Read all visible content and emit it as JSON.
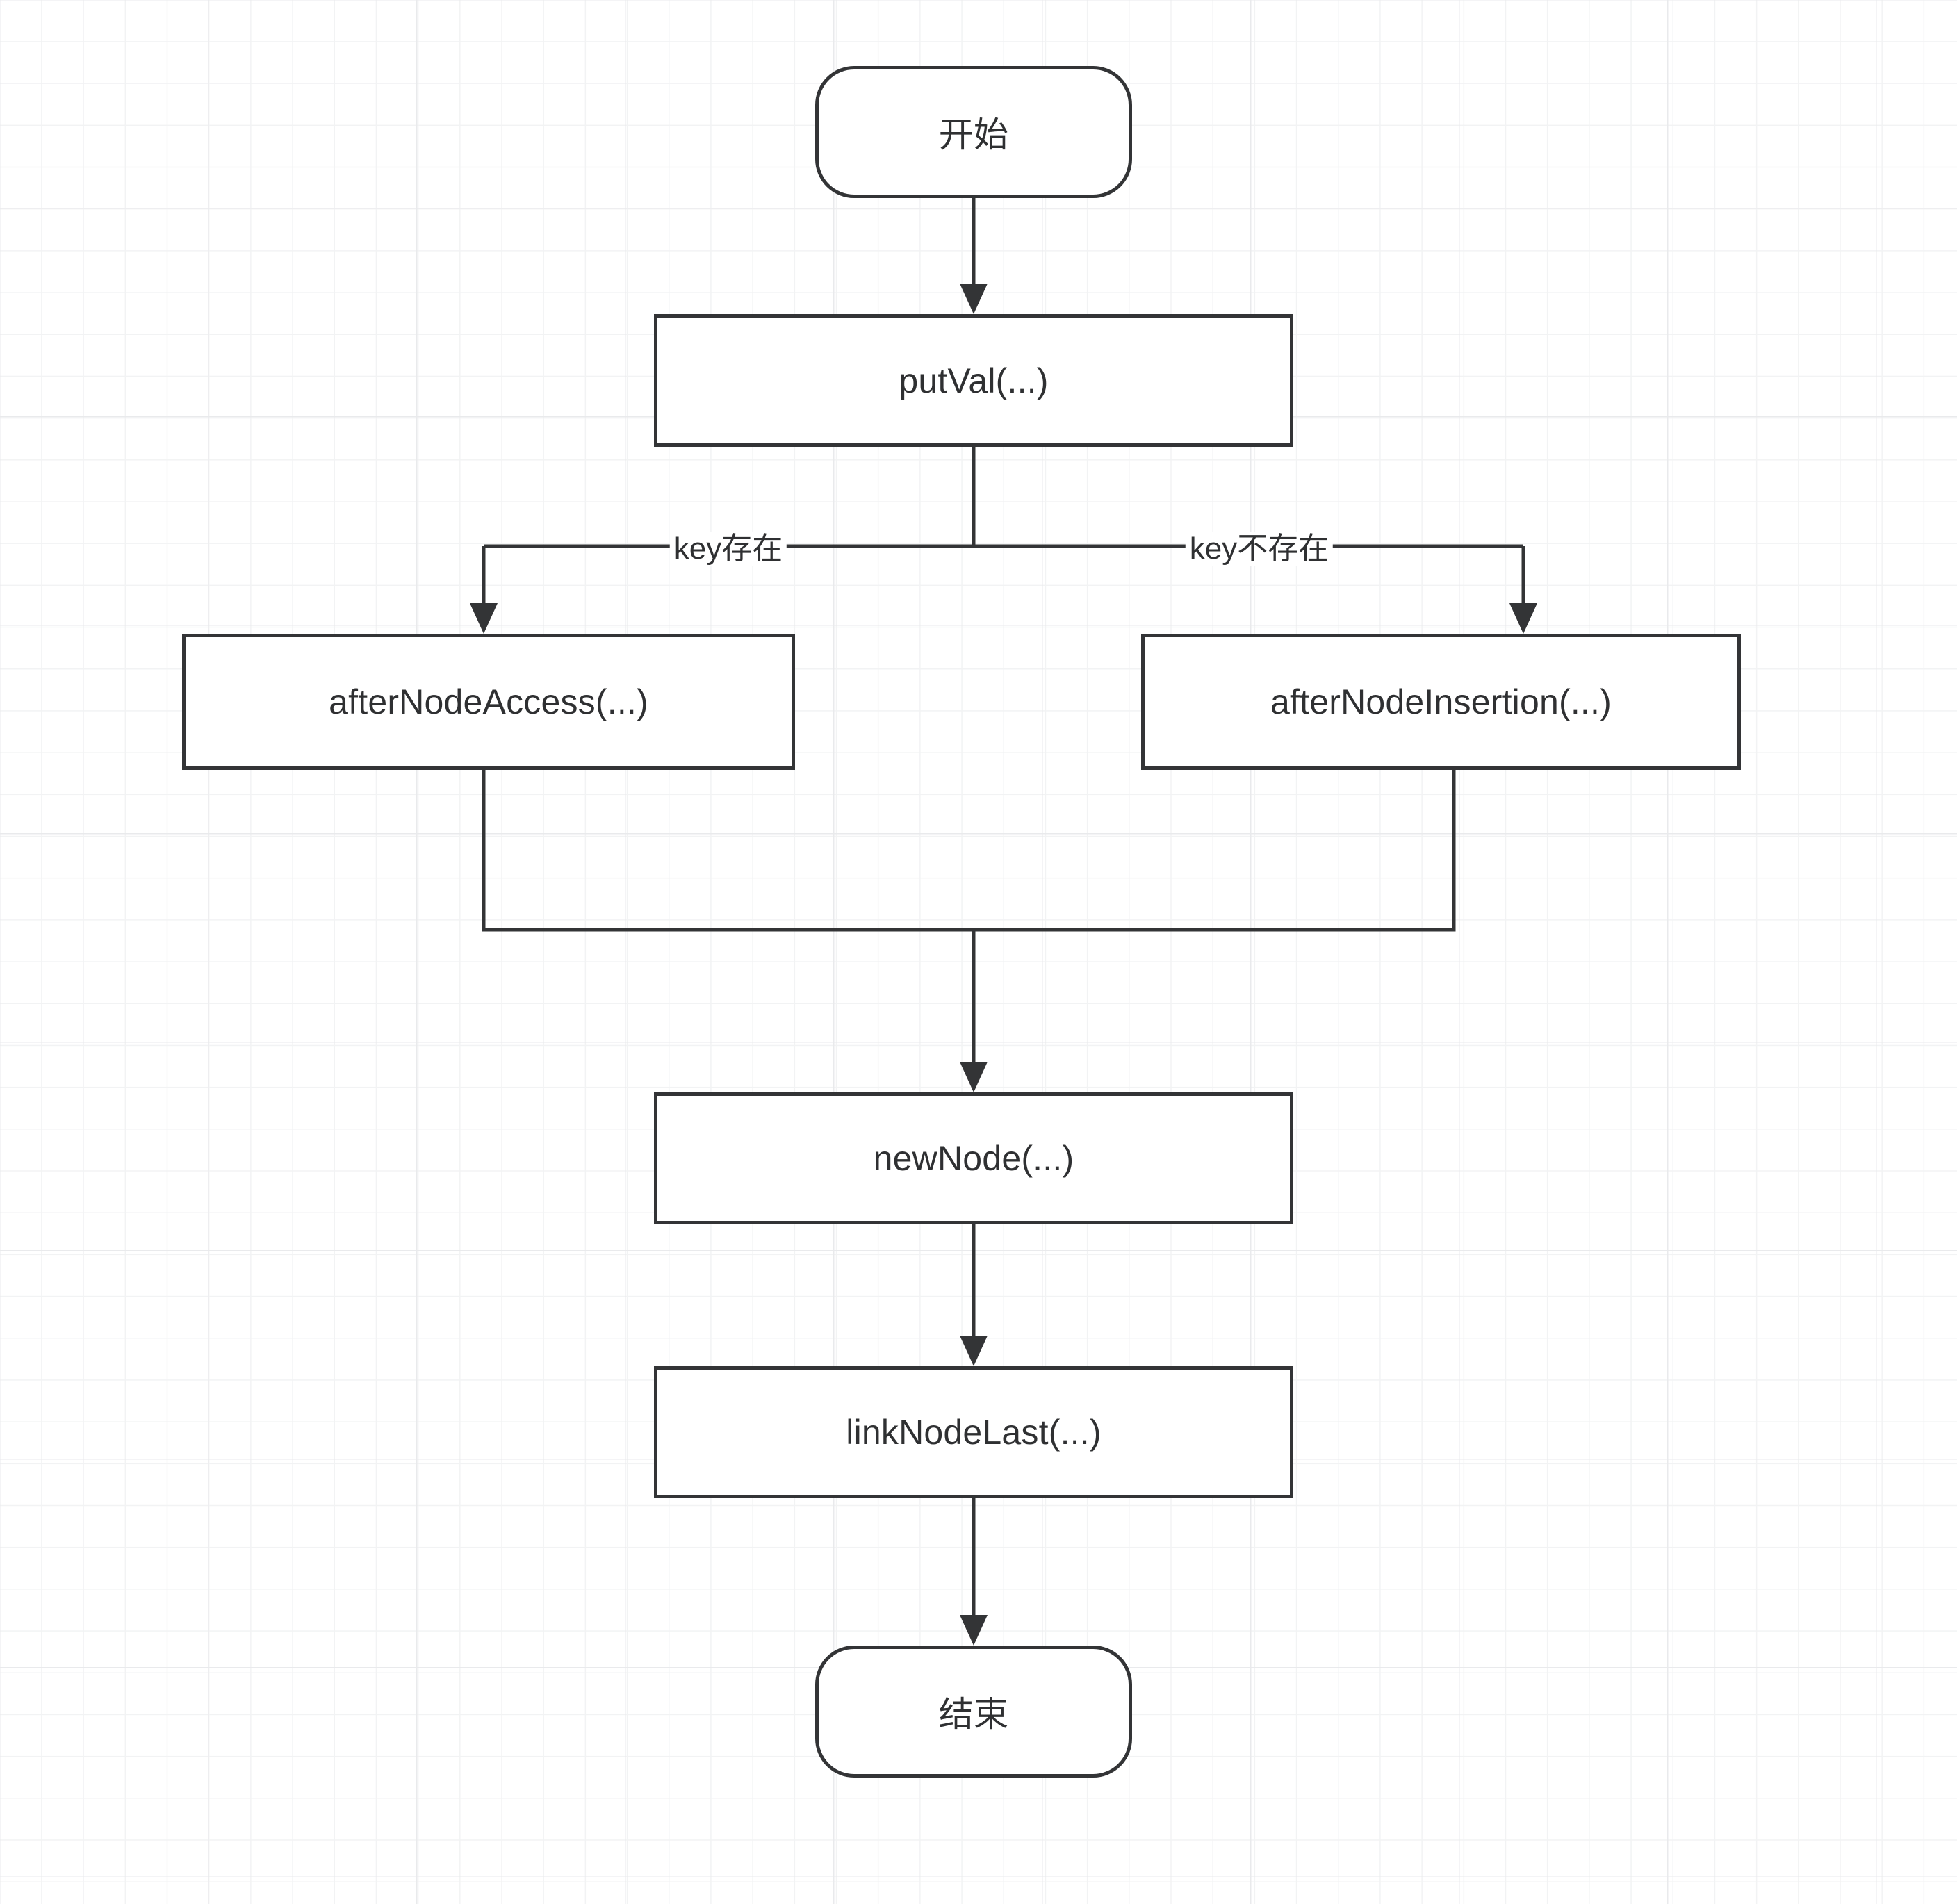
{
  "diagram": {
    "type": "flowchart",
    "title": "",
    "nodes": [
      {
        "id": "start",
        "shape": "terminal",
        "label": "开始"
      },
      {
        "id": "putval",
        "shape": "process",
        "label": "putVal(...)"
      },
      {
        "id": "afternodeaccess",
        "shape": "process",
        "label": "afterNodeAccess(...)"
      },
      {
        "id": "afternodeinsertion",
        "shape": "process",
        "label": "afterNodeInsertion(...)"
      },
      {
        "id": "newnode",
        "shape": "process",
        "label": "newNode(...)"
      },
      {
        "id": "linknodelast",
        "shape": "process",
        "label": "linkNodeLast(...)"
      },
      {
        "id": "end",
        "shape": "terminal",
        "label": "结束"
      }
    ],
    "edges": [
      {
        "from": "start",
        "to": "putval",
        "label": ""
      },
      {
        "from": "putval",
        "to": "afternodeaccess",
        "label": "key存在"
      },
      {
        "from": "putval",
        "to": "afternodeinsertion",
        "label": "key不存在"
      },
      {
        "from": "afternodeaccess",
        "to": "newnode",
        "label": ""
      },
      {
        "from": "afternodeinsertion",
        "to": "newnode",
        "label": ""
      },
      {
        "from": "newnode",
        "to": "linknodelast",
        "label": ""
      },
      {
        "from": "linknodelast",
        "to": "end",
        "label": ""
      }
    ],
    "colors": {
      "node_stroke": "#333436",
      "node_fill": "#ffffff",
      "text": "#2f3032",
      "edge_stroke": "#333436",
      "grid_minor": "#f2f3f4",
      "grid_major": "#e9eaec",
      "background": "#ffffff"
    }
  }
}
